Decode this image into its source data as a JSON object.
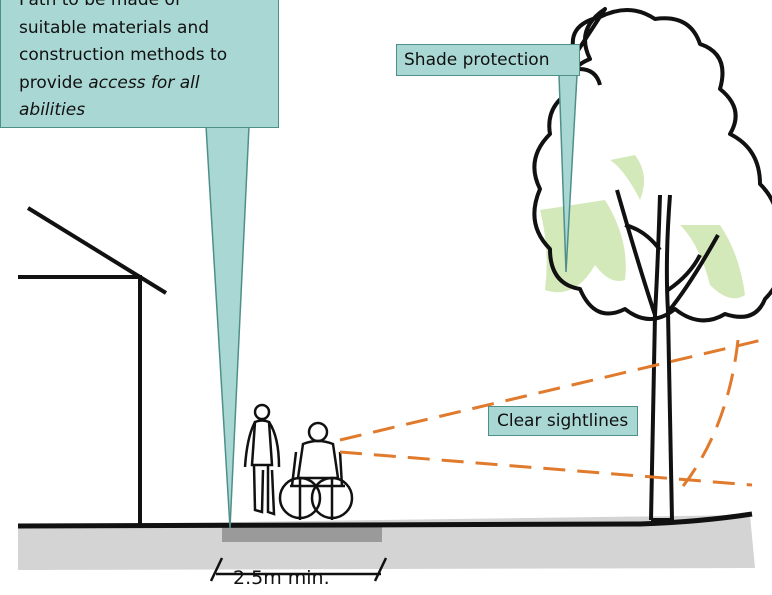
{
  "callouts": {
    "path": {
      "line1": "Path to be made of",
      "line2": "suitable materials and",
      "line3": "construction methods to",
      "line4_plain": "provide ",
      "line4_italic": "access for all",
      "line5_italic": "abilities"
    },
    "shade": "Shade protection",
    "sightlines": "Clear sightlines"
  },
  "dimension": "2.5m min.",
  "colors": {
    "callout_fill": "#a9d7d3",
    "callout_border": "#4f8f8a",
    "sightline": "#e07a2c",
    "foliage": "#c9e3a8",
    "ground": "#d4d4d4",
    "path_surface": "#9a9a9a"
  }
}
